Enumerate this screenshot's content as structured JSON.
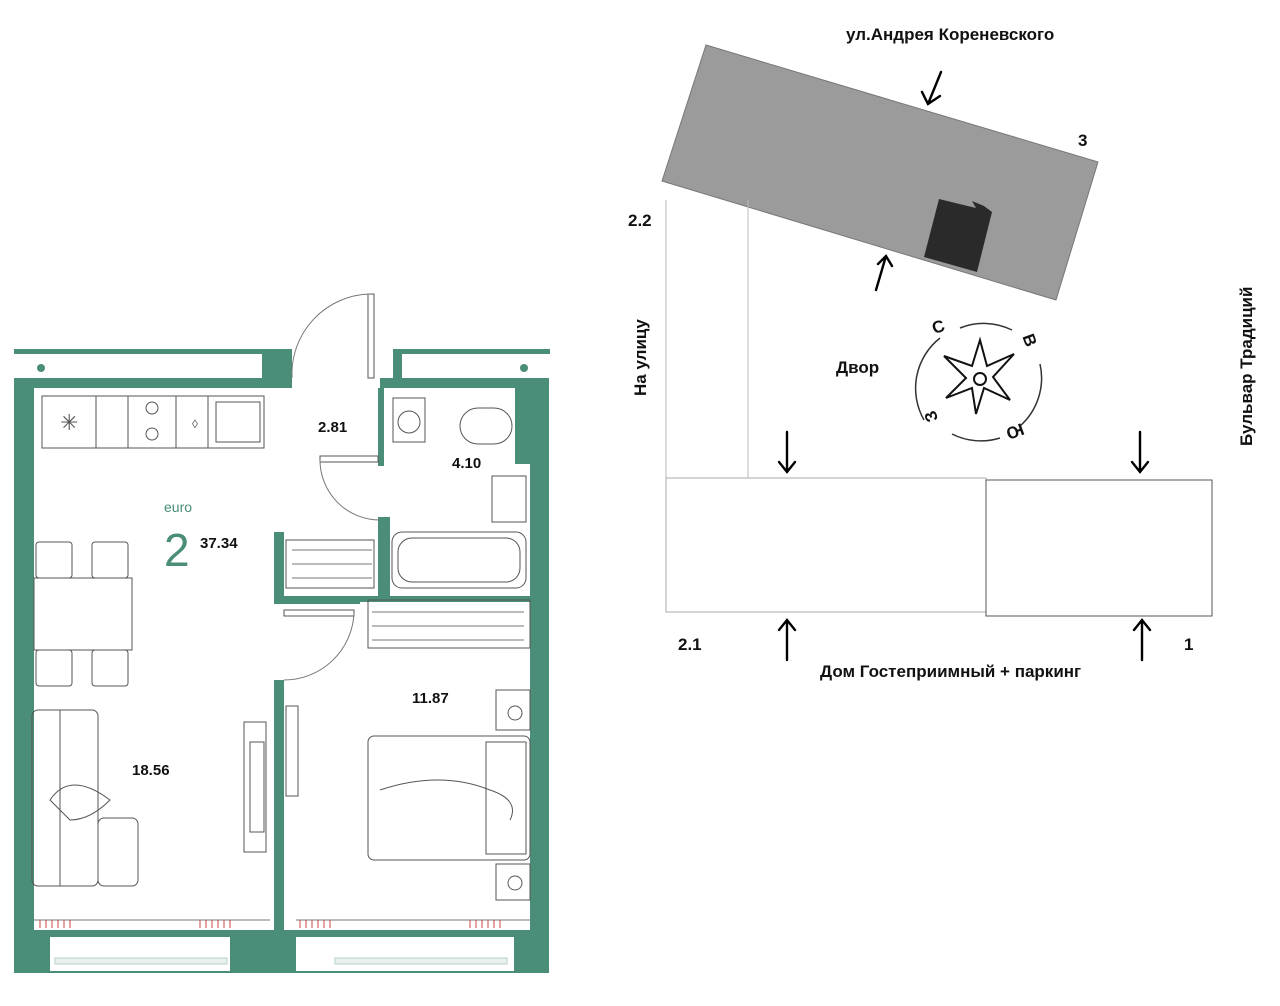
{
  "colors": {
    "wall": "#4a8d78",
    "building": "#9b9b9b",
    "section": "#2a2a2a"
  },
  "plan": {
    "type_label": "euro",
    "rooms_count": "2",
    "total_area": "37.34",
    "rooms": [
      {
        "name": "hall",
        "area": "2.81"
      },
      {
        "name": "bathroom",
        "area": "4.10"
      },
      {
        "name": "kitchen-living",
        "area": "18.56"
      },
      {
        "name": "bedroom",
        "area": "11.87"
      }
    ]
  },
  "site": {
    "street_top": "ул.Андрея Кореневского",
    "street_left": "На улицу",
    "street_right": "Бульвар Традиций",
    "street_bottom": "Дом Гостеприимный + паркинг",
    "yard_label": "Двор",
    "section_labels": [
      "3",
      "2.2",
      "2.1",
      "1"
    ],
    "compass": {
      "north": "С",
      "east": "В",
      "south": "Ю",
      "west": "З"
    }
  }
}
